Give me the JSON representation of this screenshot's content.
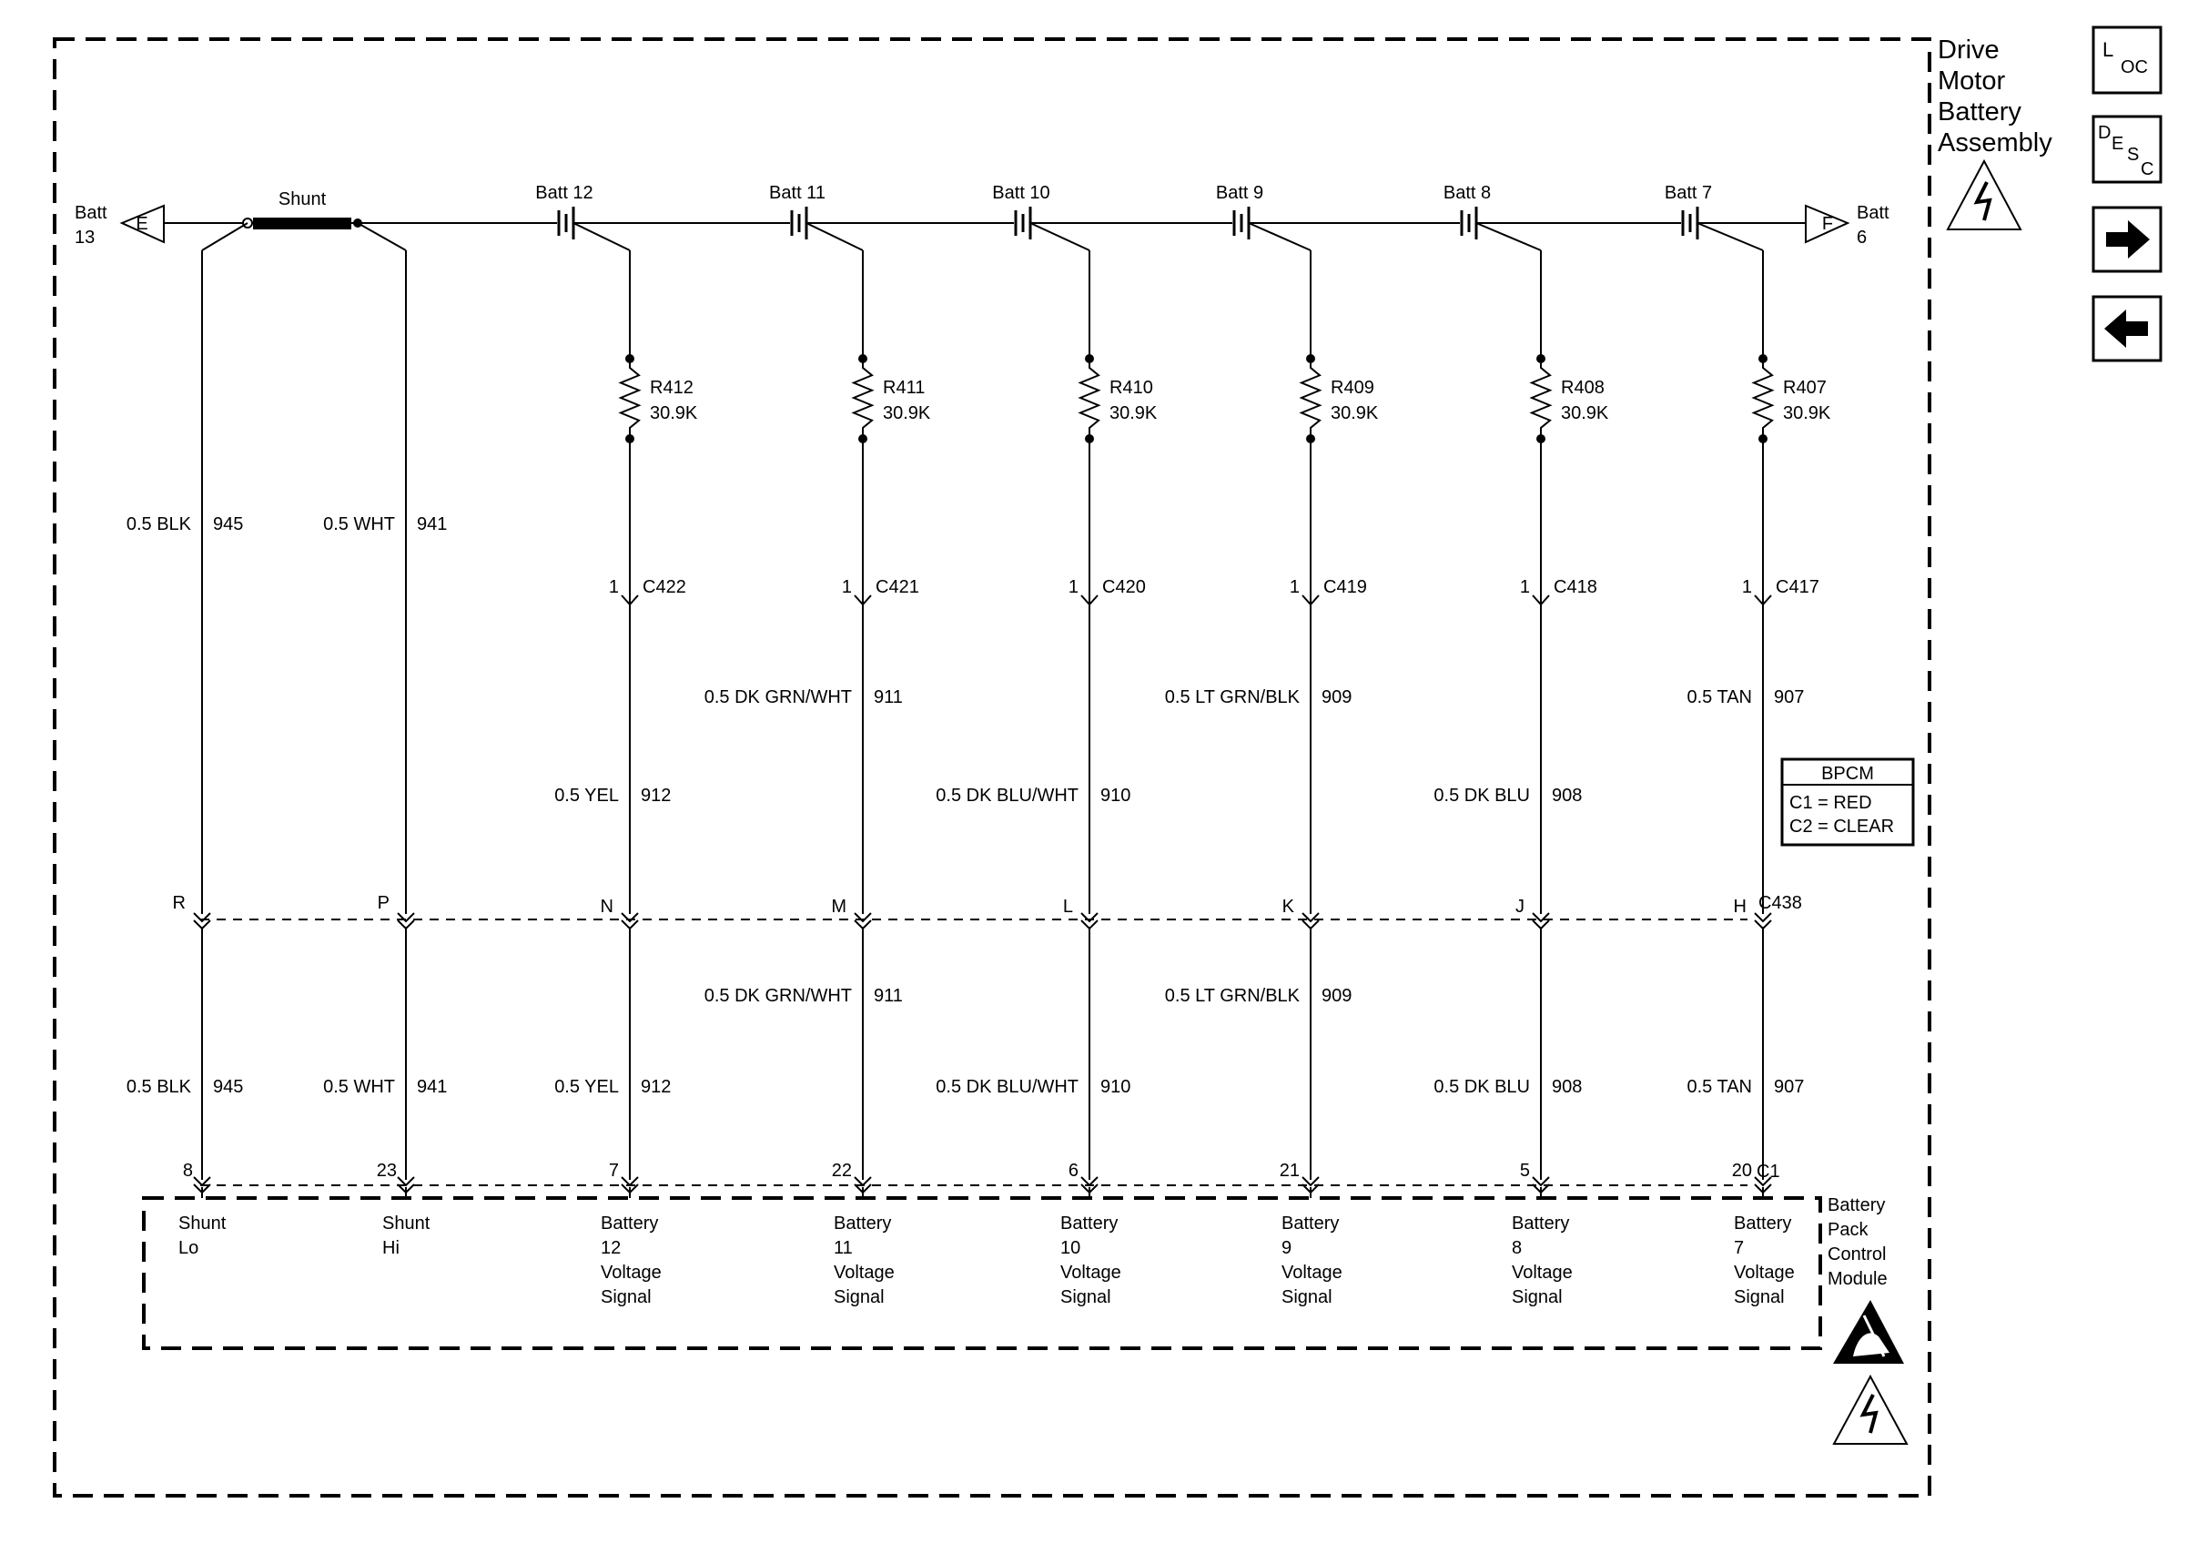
{
  "assembly": {
    "title_lines": [
      "Drive",
      "Motor",
      "Battery",
      "Assembly"
    ]
  },
  "nav": {
    "loc": {
      "big": "L",
      "small": "OC"
    },
    "desc": {
      "big": "D",
      "mid": "E",
      "small1": "S",
      "small2": "C"
    },
    "next_icon": "right-arrow-icon",
    "prev_icon": "left-arrow-icon"
  },
  "top_bus": {
    "left_connector": {
      "letter": "E",
      "label_lines": [
        "Batt",
        "13"
      ]
    },
    "right_connector": {
      "letter": "F",
      "label_lines": [
        "Batt",
        "6"
      ]
    },
    "shunt_label": "Shunt"
  },
  "shunt_wires": [
    {
      "upper": {
        "gauge_color": "0.5 BLK",
        "circuit": "945"
      },
      "bpcm_pin_letter": "R",
      "lower": {
        "gauge_color": "0.5 BLK",
        "circuit": "945"
      },
      "module_pin": "8",
      "module_label_lines": [
        "Shunt",
        "Lo"
      ]
    },
    {
      "upper": {
        "gauge_color": "0.5 WHT",
        "circuit": "941"
      },
      "bpcm_pin_letter": "P",
      "lower": {
        "gauge_color": "0.5 WHT",
        "circuit": "941"
      },
      "module_pin": "23",
      "module_label_lines": [
        "Shunt",
        "Hi"
      ]
    }
  ],
  "battery_channels": [
    {
      "batt_label": "Batt 12",
      "resistor": "R412",
      "resistance": "30.9K",
      "inline_pin": "1",
      "inline_connector": "C422",
      "upper": {
        "gauge_color": "0.5 YEL",
        "circuit": "912"
      },
      "bpcm_pin_letter": "N",
      "lower": {
        "gauge_color": "0.5 YEL",
        "circuit": "912"
      },
      "module_pin": "7",
      "module_label_lines": [
        "Battery",
        "12",
        "Voltage",
        "Signal"
      ]
    },
    {
      "batt_label": "Batt 11",
      "resistor": "R411",
      "resistance": "30.9K",
      "inline_pin": "1",
      "inline_connector": "C421",
      "upper": {
        "gauge_color": "0.5 DK GRN/WHT",
        "circuit": "911"
      },
      "bpcm_pin_letter": "M",
      "lower": {
        "gauge_color": "0.5 DK GRN/WHT",
        "circuit": "911"
      },
      "module_pin": "22",
      "module_label_lines": [
        "Battery",
        "11",
        "Voltage",
        "Signal"
      ]
    },
    {
      "batt_label": "Batt 10",
      "resistor": "R410",
      "resistance": "30.9K",
      "inline_pin": "1",
      "inline_connector": "C420",
      "upper": {
        "gauge_color": "0.5 DK BLU/WHT",
        "circuit": "910"
      },
      "bpcm_pin_letter": "L",
      "lower": {
        "gauge_color": "0.5 DK BLU/WHT",
        "circuit": "910"
      },
      "module_pin": "6",
      "module_label_lines": [
        "Battery",
        "10",
        "Voltage",
        "Signal"
      ]
    },
    {
      "batt_label": "Batt 9",
      "resistor": "R409",
      "resistance": "30.9K",
      "inline_pin": "1",
      "inline_connector": "C419",
      "upper": {
        "gauge_color": "0.5 LT GRN/BLK",
        "circuit": "909"
      },
      "bpcm_pin_letter": "K",
      "lower": {
        "gauge_color": "0.5 LT GRN/BLK",
        "circuit": "909"
      },
      "module_pin": "21",
      "module_label_lines": [
        "Battery",
        "9",
        "Voltage",
        "Signal"
      ]
    },
    {
      "batt_label": "Batt 8",
      "resistor": "R408",
      "resistance": "30.9K",
      "inline_pin": "1",
      "inline_connector": "C418",
      "upper": {
        "gauge_color": "0.5 DK BLU",
        "circuit": "908"
      },
      "bpcm_pin_letter": "J",
      "lower": {
        "gauge_color": "0.5 DK BLU",
        "circuit": "908"
      },
      "module_pin": "5",
      "module_label_lines": [
        "Battery",
        "8",
        "Voltage",
        "Signal"
      ]
    },
    {
      "batt_label": "Batt 7",
      "resistor": "R407",
      "resistance": "30.9K",
      "inline_pin": "1",
      "inline_connector": "C417",
      "upper": {
        "gauge_color": "0.5 TAN",
        "circuit": "907"
      },
      "bpcm_pin_letter": "H",
      "lower": {
        "gauge_color": "0.5 TAN",
        "circuit": "907"
      },
      "module_pin": "20",
      "module_label_lines": [
        "Battery",
        "7",
        "Voltage",
        "Signal"
      ]
    }
  ],
  "bpcm_connector": "C438",
  "module_connector": "C1",
  "bpcm_legend": {
    "title": "BPCM",
    "line1": "C1 = RED",
    "line2": "C2 = CLEAR"
  },
  "module": {
    "label_lines": [
      "Battery",
      "Pack",
      "Control",
      "Module"
    ]
  },
  "icons": {
    "assembly_warning": "high-voltage-warning-icon",
    "module_esd": "esd-sensitive-icon",
    "module_warning": "high-voltage-warning-icon"
  }
}
